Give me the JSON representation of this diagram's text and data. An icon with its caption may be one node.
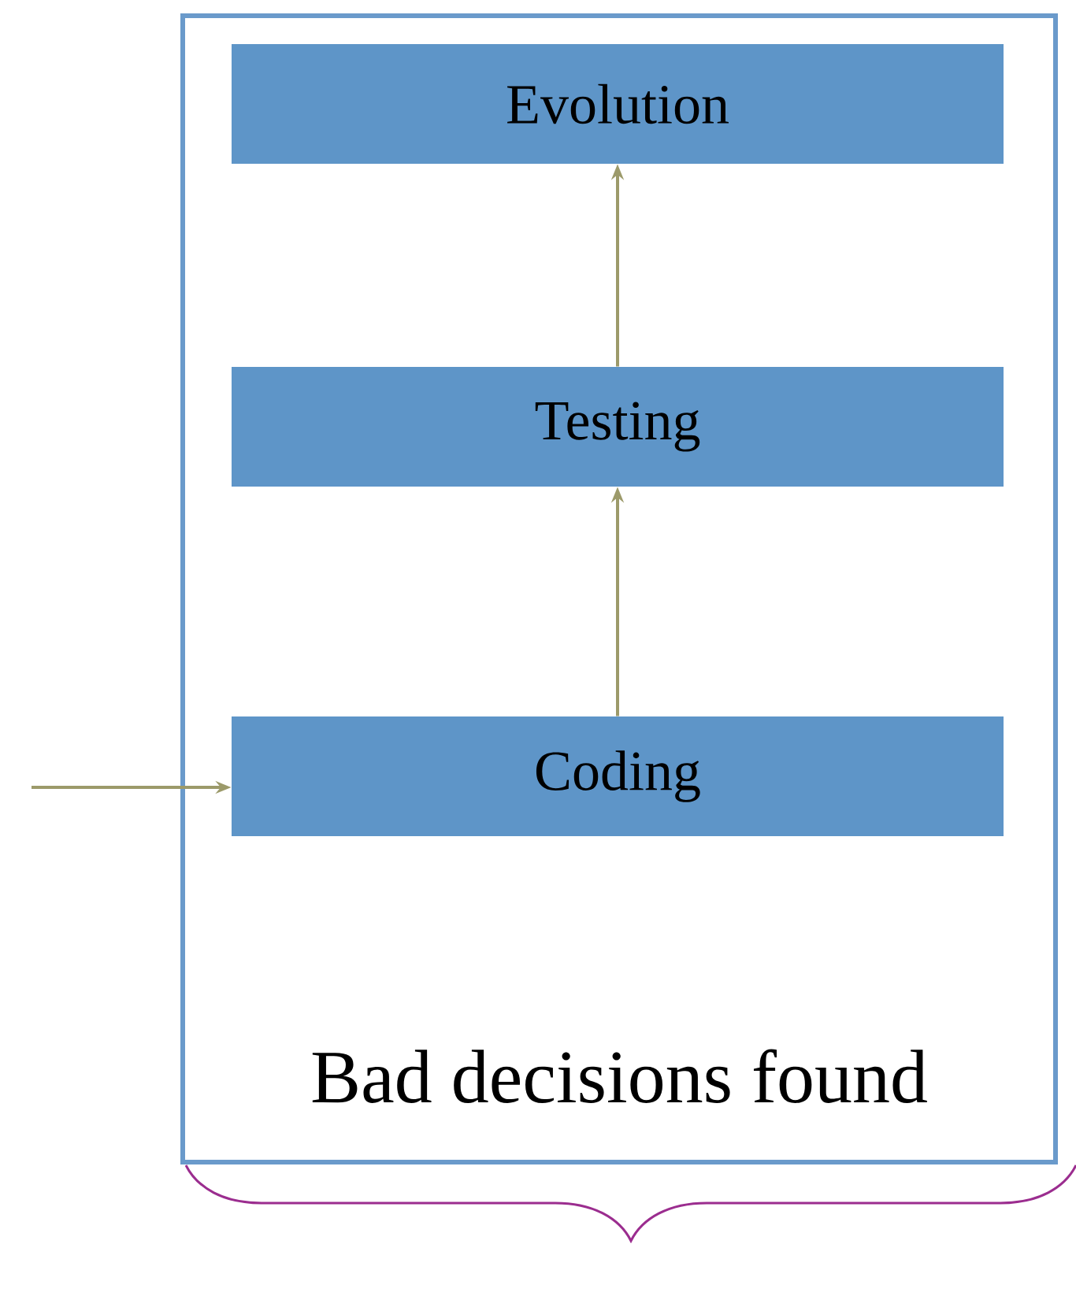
{
  "diagram": {
    "nodes": [
      {
        "text": [
          "Bad decisions found"
        ]
      },
      {
        "text": [
          "Evolution"
        ],
        "in": 0
      },
      {
        "text": [
          "Testing"
        ],
        "in": 0
      },
      {
        "text": [
          "Coding"
        ],
        "in": 0
      }
    ],
    "edges": [
      {
        "from": 3,
        "to": 2,
        "arrow": "to"
      },
      {
        "from": 2,
        "to": 1,
        "arrow": "to"
      },
      {
        "from": null,
        "to": 3,
        "arrow": "to"
      }
    ]
  }
}
